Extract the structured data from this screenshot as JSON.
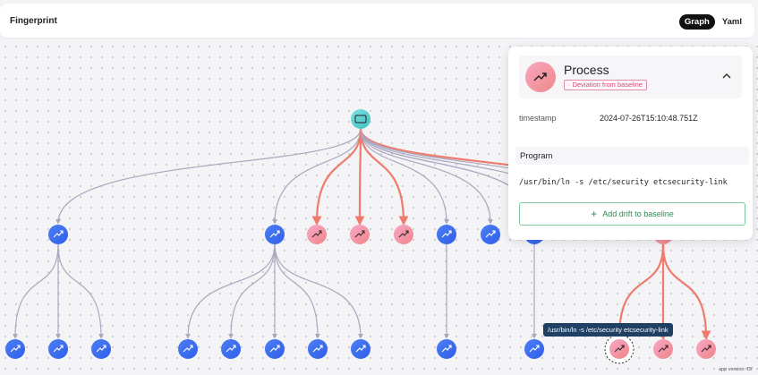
{
  "header": {
    "title": "Fingerprint"
  },
  "view_toggle": {
    "graph_label": "Graph",
    "yaml_label": "Yaml",
    "active": "Graph"
  },
  "colors": {
    "process_blue": "#3b6ef5",
    "deviation_pink": "#ef8fa6",
    "root_teal": "#54cfd0",
    "normal_edge": "#a9a8bf",
    "deviation_edge": "#ef7b6d",
    "drift_green": "#2f8a52"
  },
  "graph": {
    "root": {
      "type": "keyboard-icon",
      "status": "normal"
    },
    "level1": [
      {
        "status": "normal",
        "children": [
          "normal",
          "normal",
          "normal"
        ]
      },
      {
        "status": "normal",
        "children": [
          "normal",
          "normal",
          "normal",
          "normal",
          "normal"
        ]
      },
      {
        "status": "deviation",
        "children": []
      },
      {
        "status": "deviation",
        "children": []
      },
      {
        "status": "deviation",
        "children": []
      },
      {
        "status": "normal",
        "children": [
          "normal"
        ]
      },
      {
        "status": "normal",
        "children": []
      },
      {
        "status": "normal",
        "children": [
          "normal"
        ]
      },
      {
        "status": "deviation",
        "children": [
          "deviation",
          "deviation",
          "deviation"
        ]
      }
    ],
    "selected_node_tooltip": "/usr/bin/ln -s /etc/security etcsecurity-link"
  },
  "detail_panel": {
    "title": "Process",
    "badge": "· Deviation from baseline",
    "timestamp_label": "timestamp",
    "timestamp_value": "2024-07-26T15:10:48.751Z",
    "program_section": "Program",
    "program_command": "/usr/bin/ln -s /etc/security etcsecurity-link",
    "add_drift_label": "Add drift to baseline"
  },
  "footer": {
    "app_version": "app version: f3f"
  }
}
